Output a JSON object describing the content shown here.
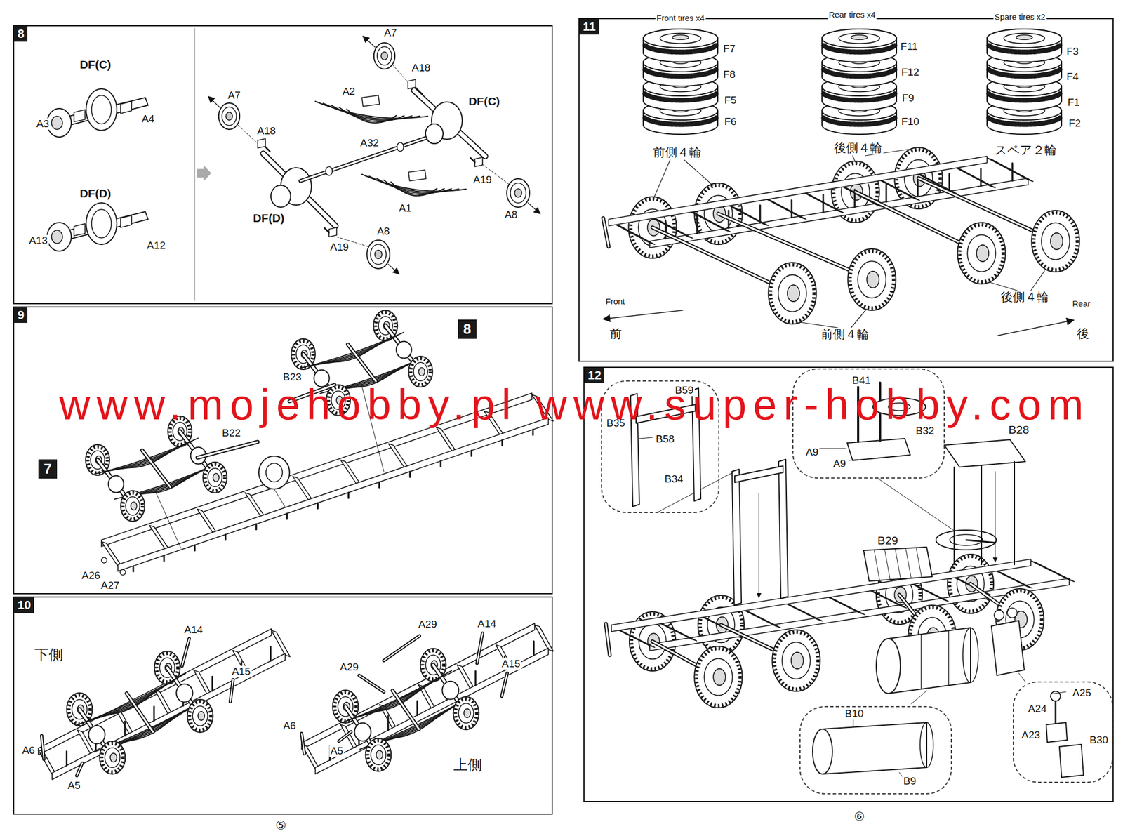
{
  "diagram": {
    "nodes": [
      {
        "text": [
          "8"
        ]
      },
      {
        "text": [
          "9"
        ]
      },
      {
        "text": [
          "8"
        ],
        "in": 1
      },
      {
        "text": [
          "7"
        ],
        "in": 1
      },
      {
        "text": [
          "10"
        ]
      },
      {
        "text": [
          "11"
        ]
      },
      {
        "text": [
          "12"
        ]
      },
      {
        "text": [
          "B59",
          "B35",
          "B58",
          "B34"
        ],
        "in": 6
      },
      {
        "text": [
          "B41",
          "B32",
          "A9",
          "A9"
        ],
        "in": 6
      },
      {
        "text": [
          "B10",
          "B9"
        ],
        "in": 6
      },
      {
        "text": [
          "A25",
          "A24",
          "A23",
          "B30"
        ],
        "in": 6
      }
    ],
    "labels": [
      "DF(C)",
      "A3",
      "A4",
      "DF(D)",
      "A13",
      "A12",
      "A7",
      "A18",
      "A7",
      "A18",
      "A2",
      "DF(C)",
      "A32",
      "A19",
      "A1",
      "DF(D)",
      "A8",
      "A8",
      "A19",
      "B23",
      "B22",
      "A26",
      "A27",
      "下側",
      "A14",
      "A15",
      "A6",
      "A5",
      "A29",
      "A14",
      "A29",
      "A15",
      "A6",
      "A5",
      "上側",
      "Front tires x4",
      "Rear tires x4",
      "Spare tires x2",
      "F7",
      "F8",
      "F5",
      "F6",
      "F11",
      "F12",
      "F9",
      "F10",
      "F3",
      "F4",
      "F1",
      "F2",
      "前側４輪",
      "後側４輪",
      "スペア２輪",
      "Front",
      "前",
      "前側４輪",
      "後側４輪",
      "Rear",
      "後",
      "B28",
      "B29",
      "www.mojehobby.pl www.super-hobby.com",
      "⑤",
      "⑥"
    ]
  }
}
